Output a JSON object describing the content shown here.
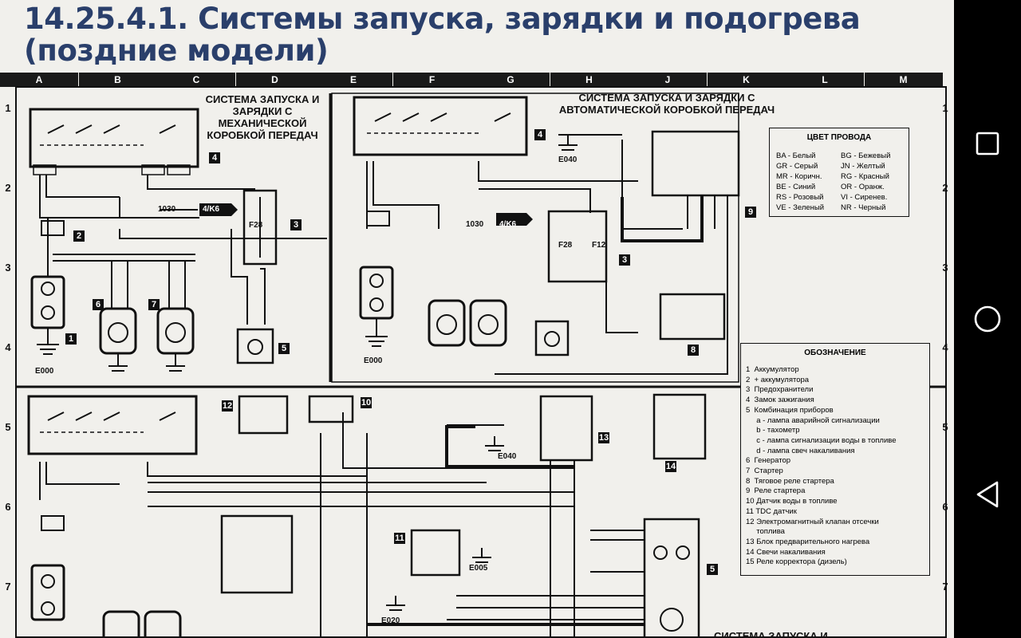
{
  "title": "14.25.4.1. Системы запуска, зарядки и подогрева (поздние модели)",
  "grid": {
    "columns": [
      "A",
      "B",
      "C",
      "D",
      "E",
      "F",
      "G",
      "H",
      "J",
      "K",
      "L",
      "M"
    ],
    "rows": [
      "1",
      "2",
      "3",
      "4",
      "5",
      "6",
      "7"
    ]
  },
  "diagram_titles": {
    "manual": "СИСТЕМА ЗАПУСКА И ЗАРЯДКИ С МЕХАНИЧЕСКОЙ КОРОБКОЙ ПЕРЕДАЧ",
    "auto": "СИСТЕМА ЗАПУСКА И ЗАРЯДКИ С АВТОМАТИЧЕСКОЙ КОРОБКОЙ ПЕРЕДАЧ",
    "bottom": "СИСТЕМА ЗАПУСКА И"
  },
  "wire_colors": {
    "title": "ЦВЕТ ПРОВОДА",
    "items": [
      "BA - Белый",
      "BG - Бежевый",
      "GR - Серый",
      "JN - Желтый",
      "MR - Коричн.",
      "RG - Красный",
      "BE - Синий",
      "OR - Оранж.",
      "RS - Розовый",
      "VI - Сиренев.",
      "VE - Зеленый",
      "NR - Черный"
    ]
  },
  "legend": {
    "title": "ОБОЗНАЧЕНИЕ",
    "items": [
      "1  Аккумулятор",
      "2  + аккумулятора",
      "3  Предохранители",
      "4  Замок зажигания",
      "5  Комбинация приборов",
      "     a - лампа аварийной сигнализации",
      "     b - тахометр",
      "     c - лампа сигнализации воды в топливе",
      "     d - лампа свеч накаливания",
      "6  Генератор",
      "7  Стартер",
      "8  Тяговое реле стартера",
      "9  Реле стартера",
      "10 Датчик воды в топливе",
      "11 TDC датчик",
      "12 Электромагнитный клапан отсечки",
      "     топлива",
      "13 Блок предварительного нагрева",
      "14 Свечи накаливания",
      "15 Реле корректора (дизель)"
    ]
  },
  "labels": {
    "ground_e000": "E000",
    "ground_e040": "E040",
    "ground_e005": "E005",
    "ground_e020": "E020",
    "to_4k6": "4/K6",
    "wire_1030": "1030",
    "fuse_f28": "F28",
    "fuse_f12": "F12"
  },
  "nav": {
    "recents_icon": "square-icon",
    "home_icon": "circle-icon",
    "back_icon": "triangle-back-icon"
  },
  "colors": {
    "title": "#2a3f6b",
    "page_bg": "#f1f0ec",
    "ink": "#111111",
    "nav_bg": "#000000"
  }
}
